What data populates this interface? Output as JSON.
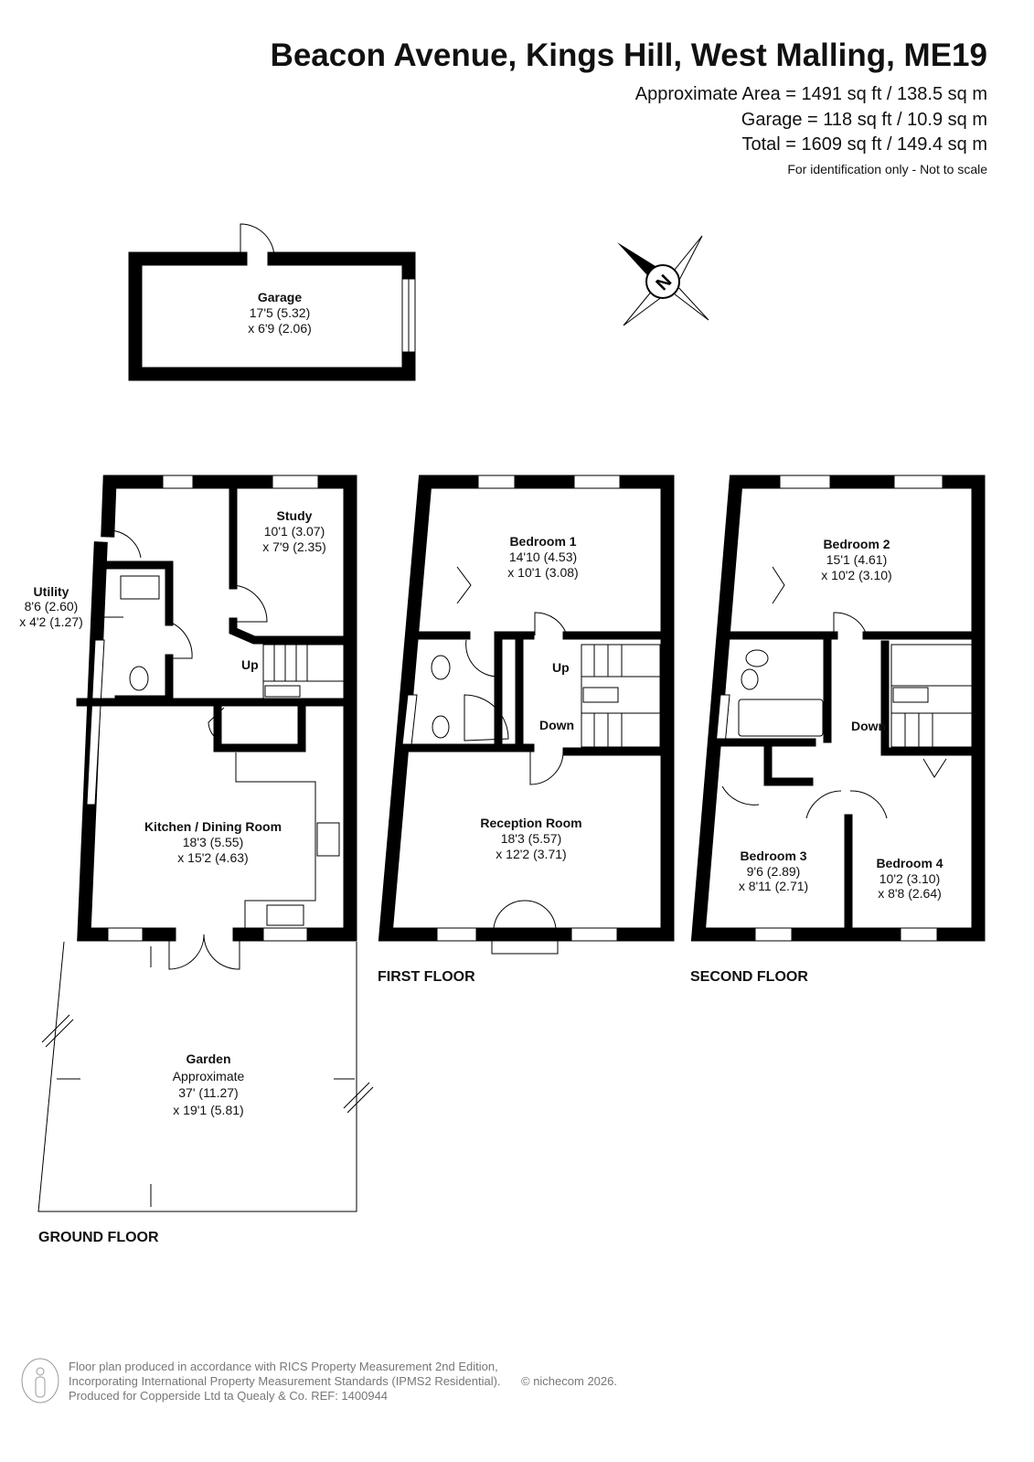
{
  "header": {
    "title": "Beacon Avenue, Kings Hill, West Malling, ME19",
    "area_line": "Approximate Area = 1491 sq ft / 138.5 sq m",
    "garage_line": "Garage = 118 sq ft / 10.9 sq m",
    "total_line": "Total = 1609 sq ft / 149.4 sq m",
    "disclaimer": "For identification only - Not to scale"
  },
  "compass": {
    "label": "N",
    "icon": "north-arrow-compass-icon"
  },
  "garage": {
    "name": "Garage",
    "dim1": "17'5 (5.32)",
    "dim2": "x 6'9 (2.06)"
  },
  "ground_floor": {
    "label": "GROUND FLOOR",
    "rooms": [
      {
        "name": "Study",
        "dim1": "10'1 (3.07)",
        "dim2": "x 7'9 (2.35)"
      },
      {
        "name": "Utility",
        "dim1": "8'6 (2.60)",
        "dim2": "x 4'2 (1.27)"
      },
      {
        "name": "Kitchen / Dining Room",
        "dim1": "18'3 (5.55)",
        "dim2": "x 15'2 (4.63)"
      },
      {
        "name": "Garden",
        "note": "Approximate",
        "dim1": "37' (11.27)",
        "dim2": "x 19'1 (5.81)"
      }
    ],
    "stairs_up": "Up"
  },
  "first_floor": {
    "label": "FIRST FLOOR",
    "rooms": [
      {
        "name": "Bedroom 1",
        "dim1": "14'10 (4.53)",
        "dim2": "x 10'1 (3.08)"
      },
      {
        "name": "Reception Room",
        "dim1": "18'3 (5.57)",
        "dim2": "x 12'2 (3.71)"
      }
    ],
    "stairs_up": "Up",
    "stairs_down": "Down"
  },
  "second_floor": {
    "label": "SECOND FLOOR",
    "rooms": [
      {
        "name": "Bedroom 2",
        "dim1": "15'1 (4.61)",
        "dim2": "x 10'2 (3.10)"
      },
      {
        "name": "Bedroom 3",
        "dim1": "9'6 (2.89)",
        "dim2": "x 8'11 (2.71)"
      },
      {
        "name": "Bedroom 4",
        "dim1": "10'2 (3.10)",
        "dim2": "x 8'8 (2.64)"
      }
    ],
    "stairs_down": "Down"
  },
  "footer": {
    "line1": "Floor plan produced in accordance with RICS Property Measurement 2nd Edition,",
    "line2": "Incorporating International Property Measurement Standards (IPMS2 Residential).",
    "copyright": "© nichecom 2026.",
    "line3": "Produced for Copperside Ltd ta Quealy & Co.   REF: 1400944"
  }
}
